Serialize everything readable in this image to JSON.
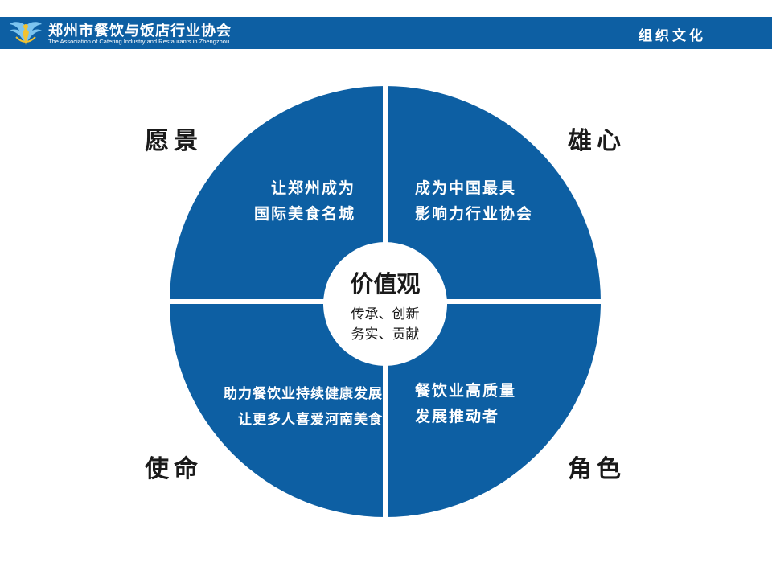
{
  "header": {
    "org_name_cn": "郑州市餐饮与饭店行业协会",
    "org_name_en": "The Association of Catering Industry and Restaurants in Zhengzhou",
    "section_title": "组织文化"
  },
  "diagram": {
    "center": {
      "title": "价值观",
      "line1": "传承、创新",
      "line2": "务实、贡献"
    },
    "quadrants": {
      "vision": {
        "label": "愿景",
        "line1": "让郑州成为",
        "line2": "国际美食名城"
      },
      "ambition": {
        "label": "雄心",
        "line1": "成为中国最具",
        "line2": "影响力行业协会"
      },
      "mission": {
        "label": "使命",
        "line1": "助力餐饮业持续健康发展",
        "line2": "让更多人喜爱河南美食"
      },
      "role": {
        "label": "角色",
        "line1": "餐饮业高质量",
        "line2": "发展推动者"
      }
    },
    "colors": {
      "circle": "#0d5fa3",
      "header": "#0d5fa3"
    }
  }
}
